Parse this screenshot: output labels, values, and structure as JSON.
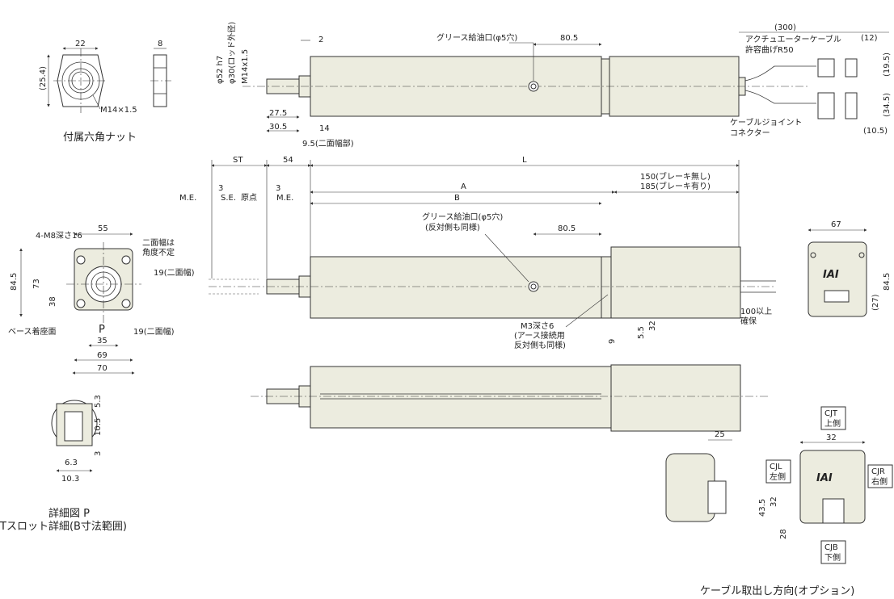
{
  "labels": {
    "nut_caption": "付属六角ナット",
    "nut_w": "22",
    "nut_t": "8",
    "nut_h": "(25.4)",
    "nut_thread": "M14×1.5",
    "rod_d1": "φ52 h7",
    "rod_d2": "φ30(ロッド外径)",
    "rod_thread": "M14x1.5",
    "top_2": "2",
    "grease_top": "グリース給油口(φ5穴)",
    "top_805": "80.5",
    "top_275": "27.5",
    "top_305": "30.5",
    "top_14": "14",
    "top_95": "9.5(二面幅部)",
    "cable_300": "(300)",
    "cable_note1": "アクチュエーターケーブル",
    "cable_note2": "許容曲げR50",
    "cable_12": "(12)",
    "cable_195": "(19.5)",
    "cable_345": "(34.5)",
    "cable_105": "(10.5)",
    "cable_joint1": "ケーブルジョイント",
    "cable_joint2": "コネクター",
    "st": "ST",
    "d54": "54",
    "L": "L",
    "brake_none": "150(ブレーキ無し)",
    "brake_yes": "185(ブレーキ有り)",
    "A": "A",
    "B": "B",
    "me": "M.E.",
    "se": "S.E.",
    "origin": "原点",
    "d3": "3",
    "grease_mid1": "グリース給油口(φ5穴)",
    "grease_mid2": "(反対側も同様)",
    "mid_805": "80.5",
    "m8": "4-M8深さ16",
    "d55": "55",
    "nimen1": "二面幅は",
    "nimen2": "角度不定",
    "d19a": "19(二面幅)",
    "d19b": "19(二面幅)",
    "d845": "84.5",
    "d73": "73",
    "d38": "38",
    "base": "ベース着座面",
    "p_mark": "P",
    "d35": "35",
    "d69": "69",
    "d70": "70",
    "m3a": "M3深さ6",
    "m3b": "(アース接続用",
    "m3c": "反対側も同様)",
    "d9": "9",
    "d55b": "5.5",
    "d32": "32",
    "d100a": "100以上",
    "d100b": "確保",
    "d67": "67",
    "d845r": "84.5",
    "d27": "(27)",
    "logo": "IAI",
    "det_53": "5.3",
    "det_105": "10.5",
    "det_3": "3",
    "det_63": "6.3",
    "det_103": "10.3",
    "det_cap1": "詳細図 P",
    "det_cap2": "Tスロット詳細(B寸法範囲)",
    "opt_25": "25",
    "cjt1": "CJT",
    "cjt2": "上側",
    "cjl1": "CJL",
    "cjl2": "左側",
    "cjr1": "CJR",
    "cjr2": "右側",
    "cjb1": "CJB",
    "cjb2": "下側",
    "opt_32": "32",
    "opt_435": "43.5",
    "opt_32b": "32",
    "opt_28": "28",
    "opt_caption": "ケーブル取出し方向(オプション)"
  }
}
